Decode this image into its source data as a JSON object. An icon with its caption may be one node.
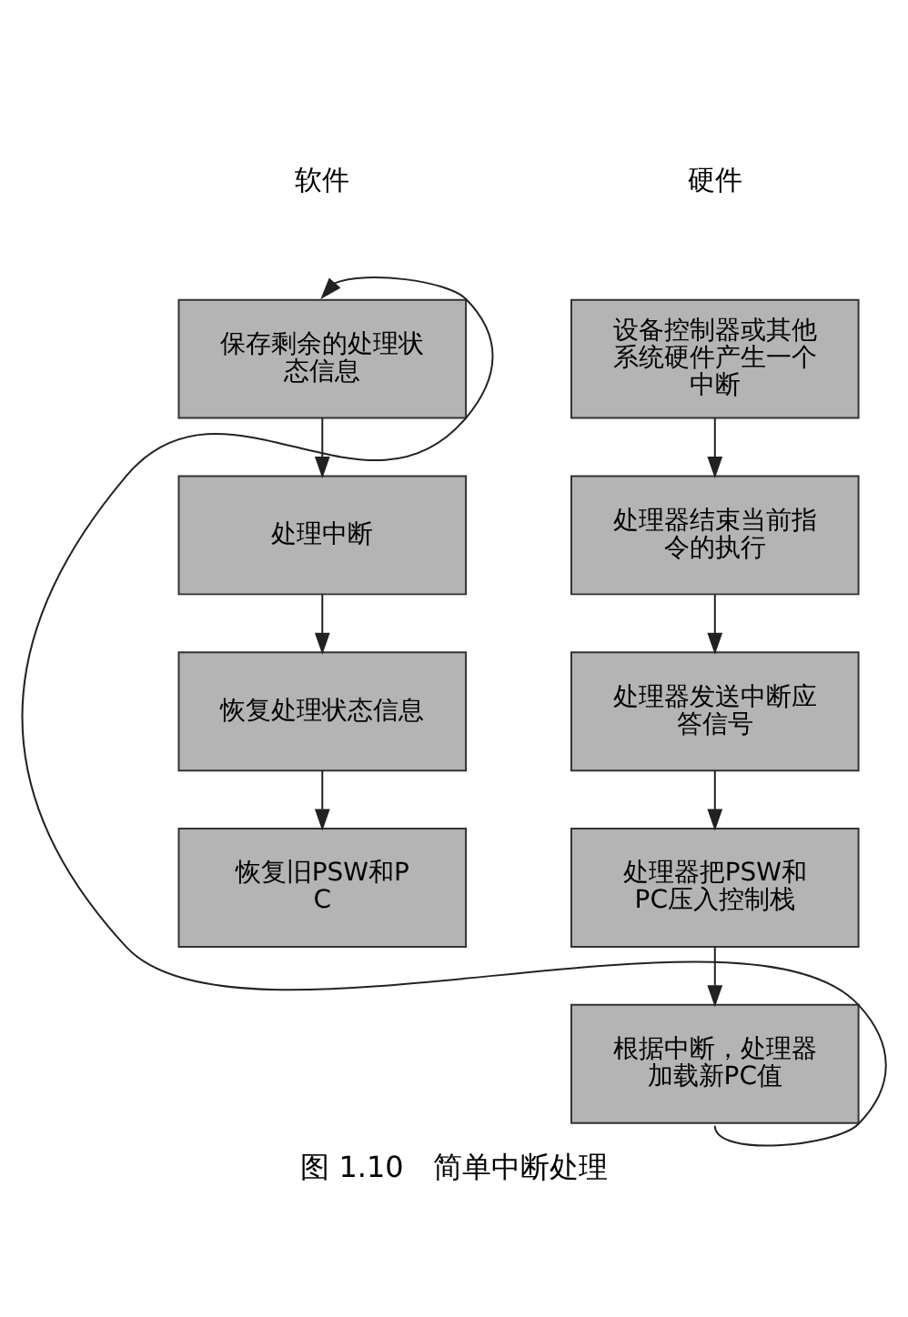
{
  "diagram": {
    "caption": "图 1.10　简单中断处理",
    "nodes": [
      {
        "text": [
          "设备控制器或其他系统硬件产生一个中断"
        ]
      },
      {
        "text": [
          "处理器结束当前指令的执行"
        ]
      },
      {
        "text": [
          "处理器发送中断应答信号"
        ]
      },
      {
        "text": [
          "处理器把PSW和PC压入控制栈"
        ]
      },
      {
        "text": [
          "根据中断，处理器加载新PC值"
        ]
      },
      {
        "text": [
          "保存剩余的处理状态信息"
        ]
      },
      {
        "text": [
          "处理中断"
        ]
      },
      {
        "text": [
          "恢复处理状态信息"
        ]
      },
      {
        "text": [
          "恢复旧PSW和PC"
        ]
      }
    ],
    "edges": [
      {
        "from": 0,
        "to": 1,
        "arrow": "to"
      },
      {
        "from": 1,
        "to": 2,
        "arrow": "to"
      },
      {
        "from": 2,
        "to": 3,
        "arrow": "to"
      },
      {
        "from": 3,
        "to": 4,
        "arrow": "to"
      },
      {
        "from": 4,
        "to": 5,
        "arrow": "to"
      },
      {
        "from": 5,
        "to": 6,
        "arrow": "to"
      },
      {
        "from": 6,
        "to": 7,
        "arrow": "to"
      },
      {
        "from": 7,
        "to": 8,
        "arrow": "to"
      }
    ],
    "labels": [
      "硬件",
      "软件"
    ]
  }
}
